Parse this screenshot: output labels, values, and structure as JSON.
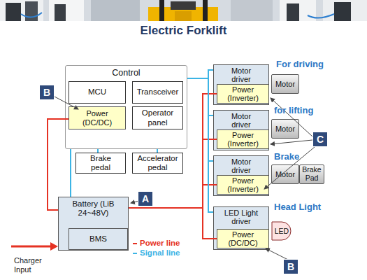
{
  "diagram": {
    "title": "Electric Forklift",
    "nodes": [
      {
        "text": [
          "Control"
        ]
      },
      {
        "text": [
          "MCU"
        ],
        "in": 0
      },
      {
        "text": [
          "Transceiver"
        ],
        "in": 0
      },
      {
        "text": [
          "Power (DC/DC)"
        ],
        "in": 0
      },
      {
        "text": [
          "Operator panel"
        ],
        "in": 0
      },
      {
        "text": [
          "Brake pedal"
        ]
      },
      {
        "text": [
          "Accelerator pedal"
        ]
      },
      {
        "text": [
          "Battery (LiB 24~48V)"
        ]
      },
      {
        "text": [
          "BMS"
        ],
        "in": 7
      },
      {
        "text": [
          "Motor driver"
        ]
      },
      {
        "text": [
          "Power (Inverter)"
        ],
        "in": 9
      },
      {
        "text": [
          "Motor"
        ]
      },
      {
        "text": [
          "Motor driver"
        ]
      },
      {
        "text": [
          "Power (Inverter)"
        ],
        "in": 12
      },
      {
        "text": [
          "Motor"
        ]
      },
      {
        "text": [
          "Motor driver"
        ]
      },
      {
        "text": [
          "Power (Inverter)"
        ],
        "in": 15
      },
      {
        "text": [
          "Motor"
        ]
      },
      {
        "text": [
          "Brake Pad"
        ]
      },
      {
        "text": [
          "LED Light driver"
        ]
      },
      {
        "text": [
          "Power (DC/DC)"
        ],
        "in": 19
      },
      {
        "text": [
          "LED"
        ]
      }
    ],
    "edges": [
      {
        "from": 7,
        "to": 3,
        "arrow": "none"
      },
      {
        "from": 7,
        "to": 10,
        "arrow": "none"
      },
      {
        "from": 7,
        "to": 13,
        "arrow": "none"
      },
      {
        "from": 7,
        "to": 16,
        "arrow": "none"
      },
      {
        "from": 7,
        "to": 20,
        "arrow": "none"
      },
      {
        "from": 0,
        "to": 5,
        "arrow": "none"
      },
      {
        "from": 0,
        "to": 6,
        "arrow": "none"
      },
      {
        "from": 0,
        "to": 7,
        "arrow": "none"
      },
      {
        "from": 0,
        "to": 9,
        "arrow": "none"
      },
      {
        "from": 0,
        "to": 12,
        "arrow": "none"
      },
      {
        "from": 0,
        "to": 15,
        "arrow": "none"
      },
      {
        "from": 0,
        "to": 19,
        "arrow": "none"
      }
    ],
    "labels": [
      "B",
      "For driving",
      "for lifting",
      "C",
      "Brake",
      "A",
      "Head Light",
      "Charger Input",
      "B"
    ],
    "legend": [
      {
        "text": "Power line",
        "color": "#e53223"
      },
      {
        "text": "Signal line",
        "color": "#3cb4e5"
      }
    ]
  }
}
